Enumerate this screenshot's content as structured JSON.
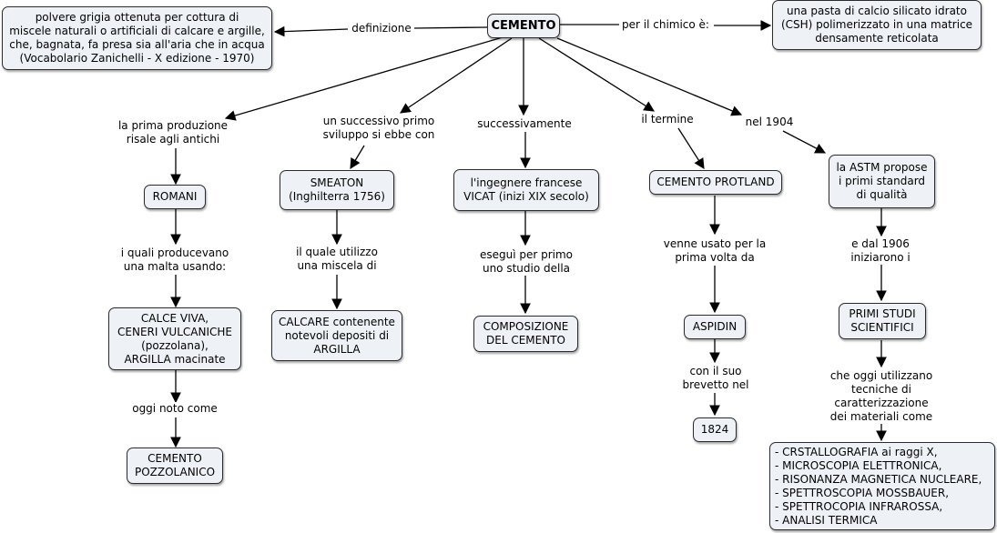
{
  "nodes": {
    "cemento": "CEMENTO",
    "definizione_text": "polvere grigia ottenuta per cottura di\nmiscele naturali o artificiali di calcare e argille,\nche, bagnata, fa presa sia all'aria che in acqua\n(Vocabolario Zanichelli - X edizione - 1970)",
    "chimico_text": "una pasta di calcio silicato idrato\n(CSH) polimerizzato in una matrice\ndensamente reticolata",
    "romani": "ROMANI",
    "calce_viva": "CALCE VIVA,\nCENERI VULCANICHE\n(pozzolana),\nARGILLA macinate",
    "cemento_pozzolanico": "CEMENTO\nPOZZOLANICO",
    "smeaton": "SMEATON\n(Inghilterra 1756)",
    "calcare": "CALCARE contenente\nnotevoli depositi di\nARGILLA",
    "vicat": "l'ingegnere francese\nVICAT (inizi XIX secolo)",
    "composizione": "COMPOSIZIONE\nDEL CEMENTO",
    "cemento_protland": "CEMENTO PROTLAND",
    "aspidin": "ASPIDIN",
    "anno_1824": "1824",
    "astm": "la ASTM propose\ni primi standard\ndi qualità",
    "primi_studi": "PRIMI STUDI\nSCIENTIFICI",
    "tecniche": "- CRSTALLOGRAFIA ai raggi X,\n- MICROSCOPIA ELETTRONICA,\n- RISONANZA MAGNETICA NUCLEARE,\n- SPETTROSCOPIA MOSSBAUER,\n- SPETTROCOPIA INFRAROSSA,\n- ANALISI TERMICA"
  },
  "labels": {
    "definizione": "definizione",
    "per_il_chimico": "per il chimico è:",
    "prima_produzione": "la prima produzione\nrisale agli antichi",
    "i_quali": "i quali producevano\nuna malta usando:",
    "oggi_noto": "oggi noto come",
    "successivo": "un successivo primo\nsviluppo si ebbe con",
    "il_quale": "il quale utilizzo\nuna miscela di",
    "successivamente": "successivamente",
    "esegui": "eseguì per primo\nuno studio della",
    "il_termine": "il termine",
    "venne_usato": "venne usato per la\nprima volta da",
    "con_il_suo": "con il suo\nbrevetto nel",
    "nel_1904": "nel 1904",
    "e_dal_1906": "e dal 1906\niniziarono i",
    "che_oggi": "che oggi utilizzano\ntecniche di caratterizzazione\ndei materiali come"
  }
}
